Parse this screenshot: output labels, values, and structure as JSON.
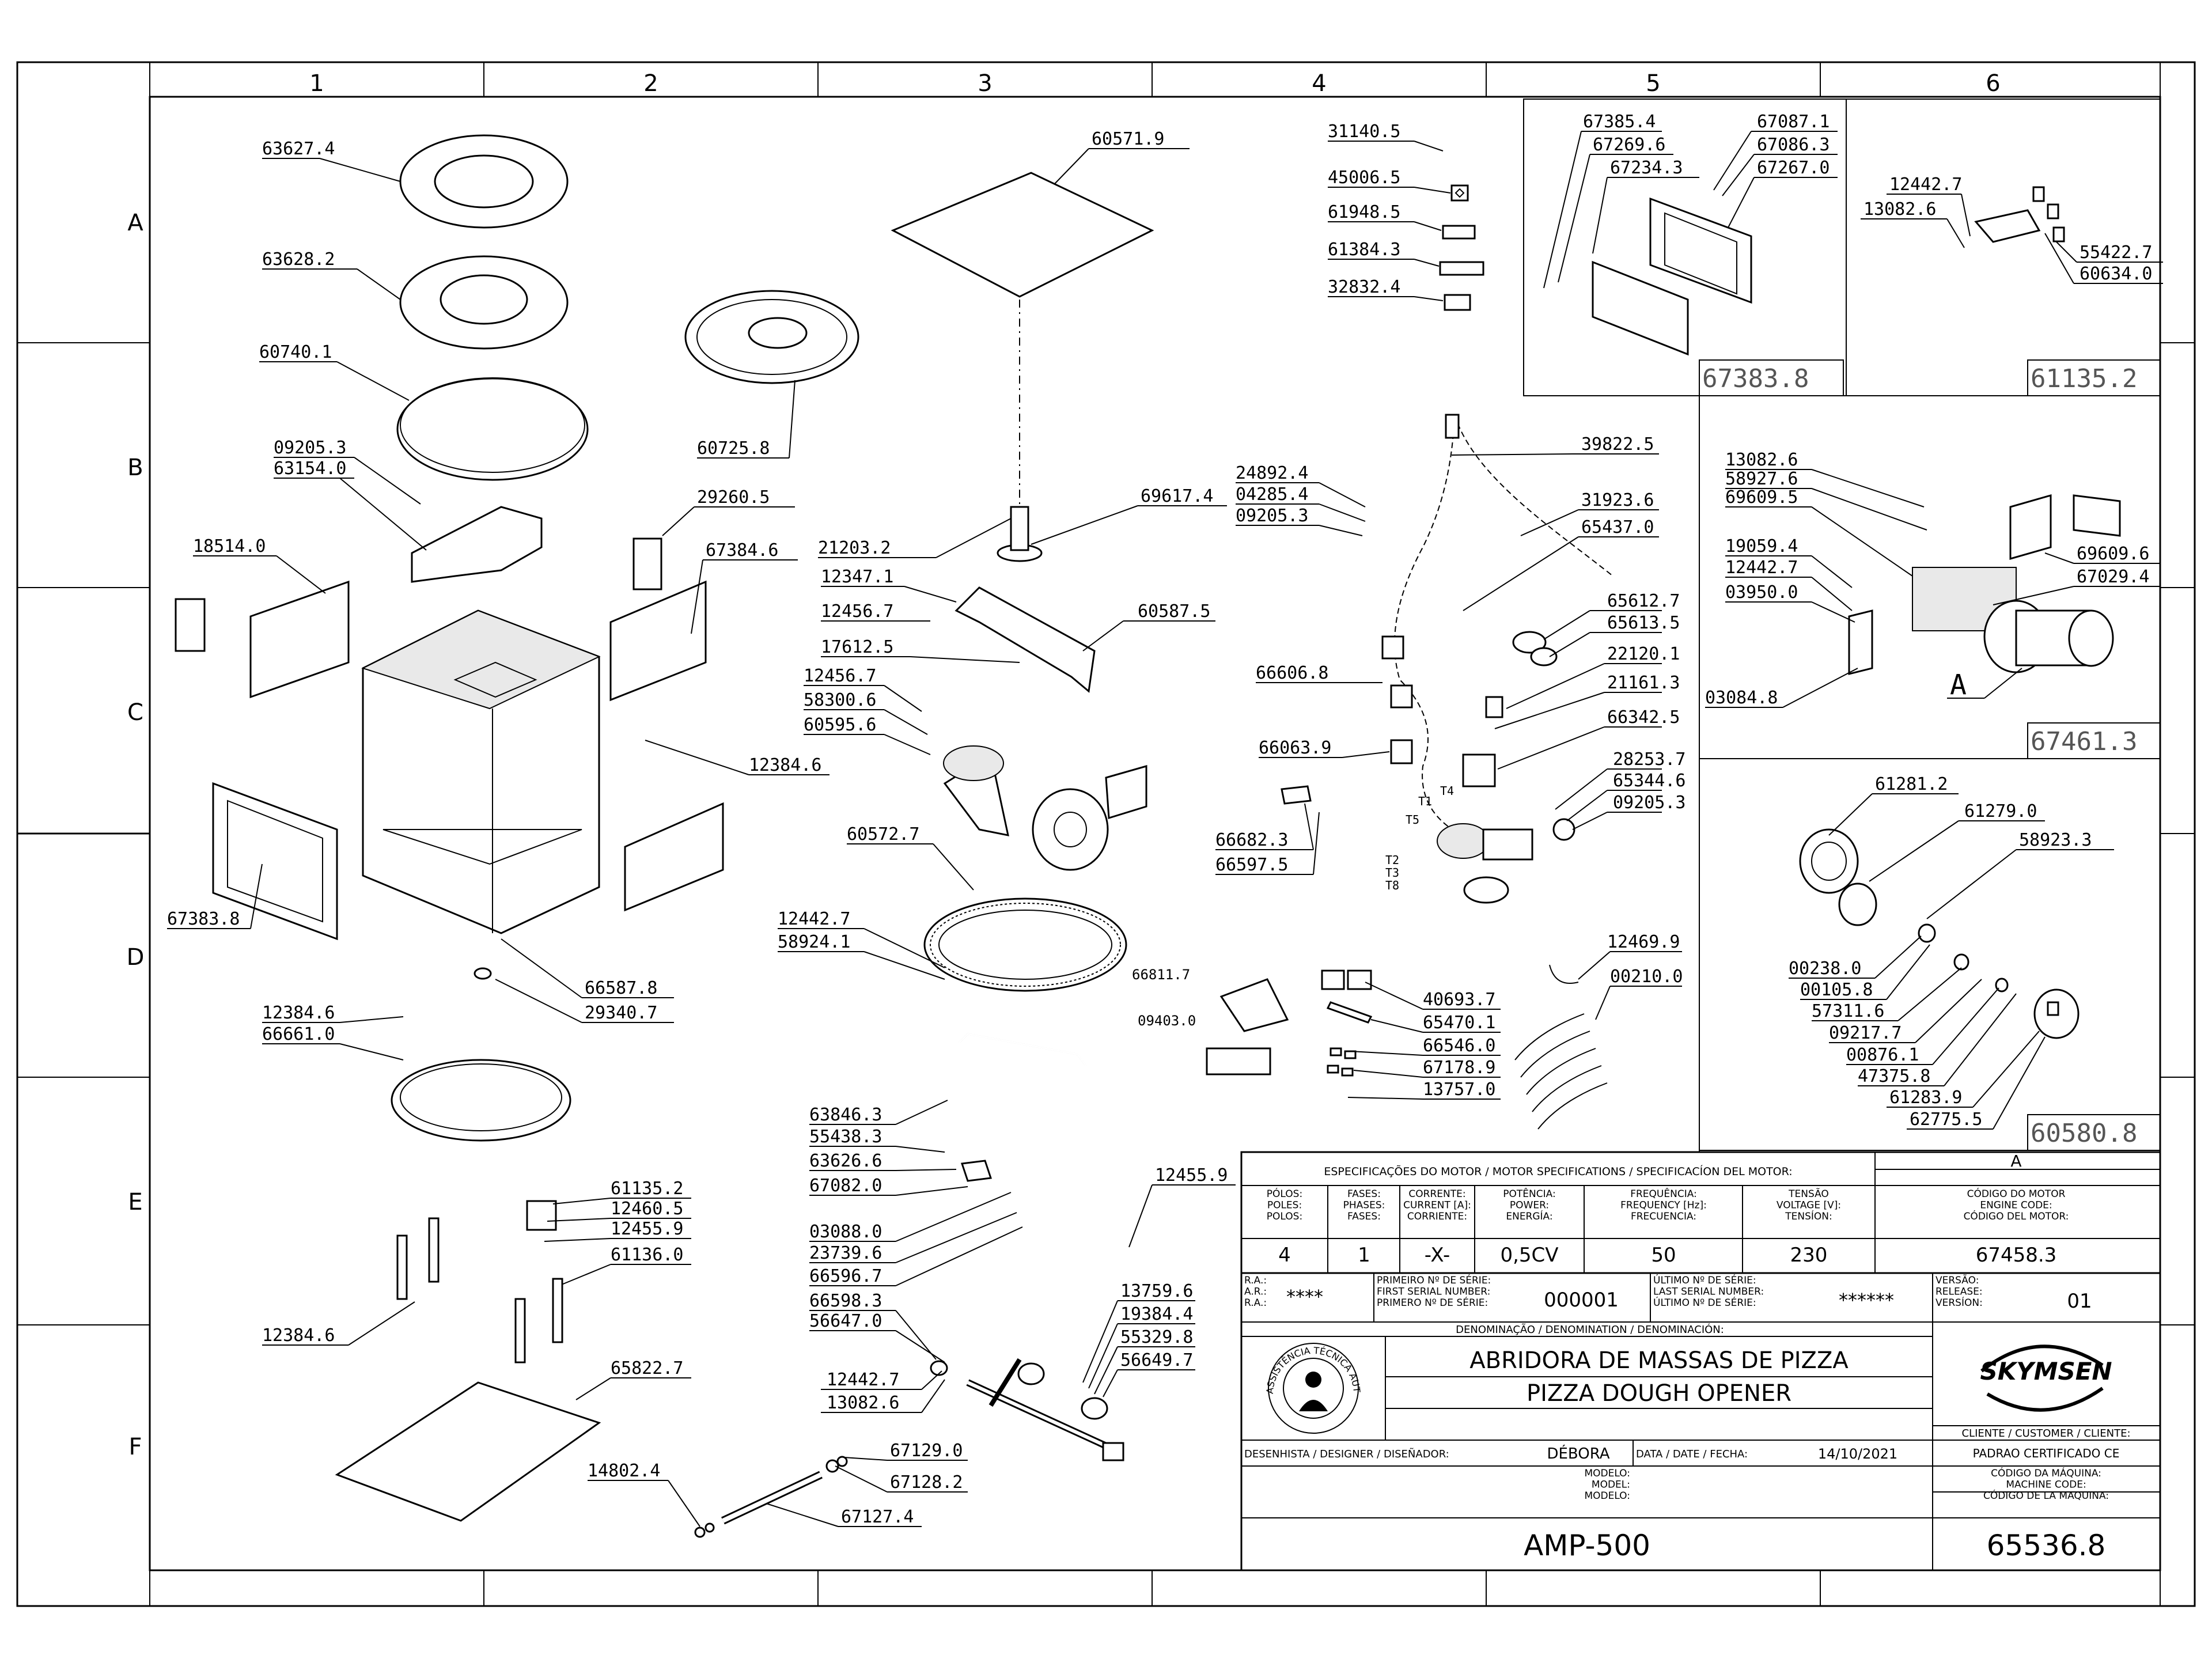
{
  "grid": {
    "columns": [
      "1",
      "2",
      "3",
      "4",
      "5",
      "6"
    ],
    "rows": [
      "A",
      "B",
      "C",
      "D",
      "E",
      "F"
    ]
  },
  "callouts": {
    "c1": "63627.4",
    "c2": "63628.2",
    "c3": "60740.1",
    "c4": "09205.3",
    "c5": "63154.0",
    "c6": "18514.0",
    "c7": "29260.5",
    "c8": "67384.6",
    "c9": "12384.6",
    "c10": "67383.8",
    "c11": "66587.8",
    "c12": "29340.7",
    "c13": "12384.6",
    "c14": "66661.0",
    "c15": "61135.2",
    "c16": "12460.5",
    "c17": "12455.9",
    "c18": "61136.0",
    "c19": "12384.6",
    "c20": "65822.7",
    "c21": "14802.4",
    "c22": "67129.0",
    "c23": "67128.2",
    "c24": "67127.4",
    "c25": "60571.9",
    "c26": "60725.8",
    "c27": "69617.4",
    "c28": "21203.2",
    "c29": "12347.1",
    "c30": "12456.7",
    "c31": "60587.5",
    "c32": "17612.5",
    "c33": "12456.7",
    "c34": "58300.6",
    "c35": "60595.6",
    "c36": "60572.7",
    "c37": "12442.7",
    "c38": "58924.1",
    "c39": "63846.3",
    "c40": "55438.3",
    "c41": "63626.6",
    "c42": "67082.0",
    "c43": "12455.9",
    "c44": "03088.0",
    "c45": "23739.6",
    "c46": "66596.7",
    "c47": "66598.3",
    "c48": "56647.0",
    "c49": "12442.7",
    "c50": "13082.6",
    "c51": "13759.6",
    "c52": "19384.4",
    "c53": "55329.8",
    "c54": "56649.7",
    "c55": "31140.5",
    "c56": "45006.5",
    "c57": "61948.5",
    "c58": "61384.3",
    "c59": "32832.4",
    "c60": "24892.4",
    "c61": "04285.4",
    "c62": "09205.3",
    "c63": "39822.5",
    "c64": "31923.6",
    "c65": "65437.0",
    "c66": "65612.7",
    "c67": "65613.5",
    "c68": "22120.1",
    "c69": "21161.3",
    "c70": "66606.8",
    "c71": "66342.5",
    "c72": "66063.9",
    "c73": "28253.7",
    "c74": "65344.6",
    "c75": "09205.3",
    "c76": "66682.3",
    "c77": "66597.5",
    "c78": "12469.9",
    "c79": "00210.0",
    "c80": "66811.7",
    "c81": "09403.0",
    "c82": "40693.7",
    "c83": "65470.1",
    "c84": "66546.0",
    "c85": "67178.9",
    "c86": "13757.0",
    "c87": "67385.4",
    "c88": "67269.6",
    "c89": "67234.3",
    "c90": "67087.1",
    "c91": "67086.3",
    "c92": "67267.0",
    "c93": "67383.8",
    "c94": "12442.7",
    "c95": "13082.6",
    "c96": "55422.7",
    "c97": "60634.0",
    "c98": "61135.2",
    "c99": "13082.6",
    "c100": "58927.6",
    "c101": "69609.5",
    "c102": "69609.6",
    "c103": "19059.4",
    "c104": "12442.7",
    "c105": "67029.4",
    "c106": "03950.0",
    "c107": "03084.8",
    "c108": "A",
    "c109": "67461.3",
    "c110": "61281.2",
    "c111": "61279.0",
    "c112": "58923.3",
    "c113": "00238.0",
    "c114": "00105.8",
    "c115": "57311.6",
    "c116": "09217.7",
    "c117": "00876.1",
    "c118": "47375.8",
    "c119": "61283.9",
    "c120": "62775.5",
    "c121": "60580.8"
  },
  "motor_table": {
    "header": "ESPECIFICAÇÕES DO MOTOR / MOTOR SPECIFICATIONS / SPECIFICACÍON DEL MOTOR:",
    "code_col": "A",
    "col_poles": "PÓLOS:\nPOLES:\nPOLOS:",
    "col_phases": "FASES:\nPHASES:\nFASES:",
    "col_current": "CORRENTE:\nCURRENT [A]:\nCORRIENTE:",
    "col_power": "POTÊNCIA:\nPOWER:\nENERGÍA:",
    "col_freq": "FREQUÊNCIA:\nFREQUENCY [Hz]:\nFRECUENCIA:",
    "col_voltage": "TENSÃO\nVOLTAGE [V]:\nTENSÍON:",
    "col_code": "CÓDIGO DO MOTOR\nENGINE CODE:\nCÓDIGO DEL MOTOR:",
    "poles": "4",
    "phases": "1",
    "current": "-X-",
    "power": "0,5CV",
    "freq": "50",
    "voltage": "230",
    "code": "67458.3"
  },
  "title_block": {
    "ra_label": "R.A.:\nA.R.:\nR.A.:",
    "ra_value": "****",
    "first_serial_label": "PRIMEIRO Nº DE SÉRIE:\nFIRST SERIAL NUMBER:\nPRIMERO Nº DE SÉRIE:",
    "first_serial": "000001",
    "last_serial_label": "ÚLTIMO Nº DE SÉRIE:\nLAST SERIAL NUMBER:\nÚLTIMO Nº DE SÉRIE:",
    "last_serial": "******",
    "version_label": "VERSÃO:\nRELEASE:\nVERSÍON:",
    "version": "01",
    "denomination_label": "DENOMINAÇÃO / DENOMINATION / DENOMINACIÓN:",
    "name_pt": "ABRIDORA DE MASSAS DE PIZZA",
    "name_en": "PIZZA DOUGH OPENER",
    "seal_text": "ASSISTÊNCIA TÉCNICA AUTORIZADA",
    "brand": "SKYMSEN",
    "customer_label": "CLIENTE / CUSTOMER / CLIENTE:",
    "customer": "PADRAO CERTIFICADO CE",
    "designer_label": "DESENHISTA / DESIGNER / DISEÑADOR:",
    "designer": "DÉBORA",
    "date_label": "DATA / DATE / FECHA:",
    "date": "14/10/2021",
    "model_label": "MODELO:\nMODEL:\nMODELO:",
    "model": "AMP-500",
    "machine_code_label": "CÓDIGO DA MÁQUINA:\nMACHINE CODE:\nCÓDIGO DE LA MAQUINA:",
    "machine_code": "65536.8"
  },
  "wire_tags": [
    "T4",
    "T1",
    "T5",
    "T2",
    "T3",
    "T8"
  ]
}
